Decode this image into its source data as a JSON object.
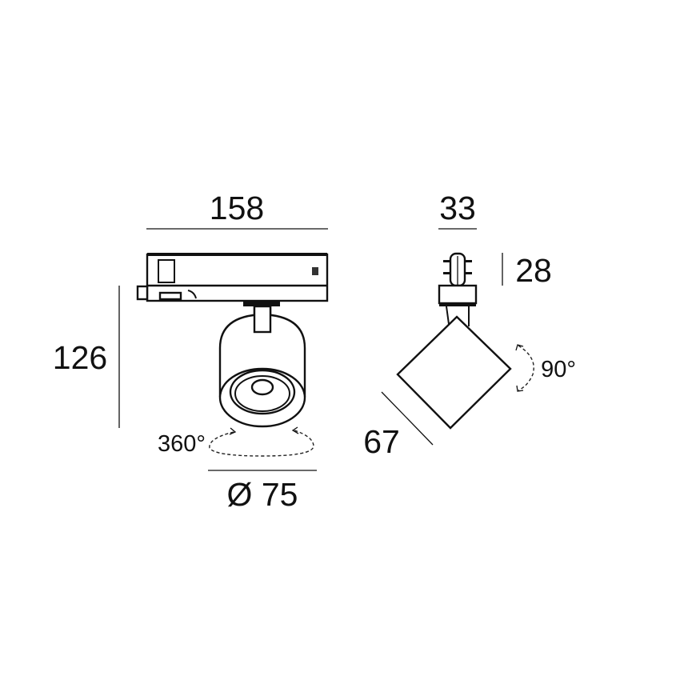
{
  "dimensions": {
    "width": "158",
    "depth": "33",
    "adapter_height": "28",
    "height": "126",
    "tilt": "90°",
    "rotation": "360°",
    "diameter": "Ø 75",
    "head_length": "67"
  },
  "colors": {
    "line": "#111111",
    "background": "#ffffff"
  }
}
